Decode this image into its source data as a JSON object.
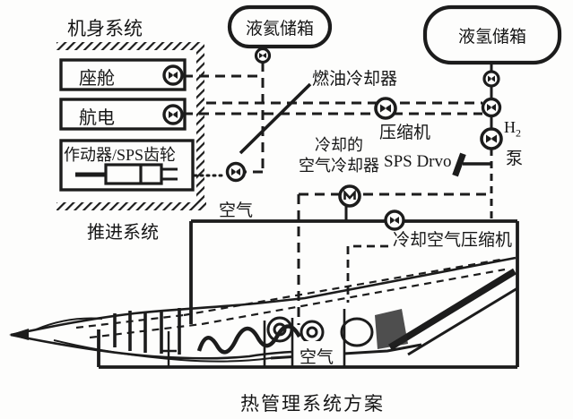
{
  "title": "热管理系统方案",
  "fuselage_system": {
    "label": "机身系统",
    "items": [
      {
        "label": "座舱"
      },
      {
        "label": "航电"
      },
      {
        "label": "作动器/SPS齿轮"
      }
    ]
  },
  "propulsion_label": "推进系统",
  "tanks": {
    "helium": "液氦储箱",
    "hydrogen": "液氢储箱"
  },
  "components": {
    "fuel_cooler": "燃油冷却器",
    "compressor": "压缩机",
    "h2_element": "H",
    "h2_subscript": "2",
    "pump": "泵",
    "sps_drive": "SPS Drvo",
    "cooled_air_cooler_line1": "冷却的",
    "cooled_air_cooler_line2": "空气冷却器",
    "cooling_air_compressor": "冷却空气压缩机",
    "air_inlet_top": "空气",
    "air_bottom": "空气"
  },
  "icon_names": [
    "valve-icon",
    "pump-icon",
    "motor-cooler-icon",
    "actuator-icon"
  ],
  "colors": {
    "ink": "#1c1c1c",
    "background": "#fdfdfc"
  }
}
